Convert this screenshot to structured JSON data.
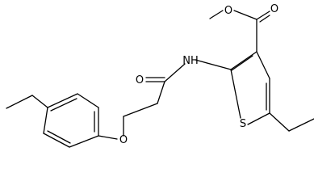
{
  "molecule": {
    "atoms": [
      {
        "id": "a1",
        "label": "O"
      },
      {
        "id": "a2",
        "label": "O"
      },
      {
        "id": "a3",
        "label": "NH"
      },
      {
        "id": "a4",
        "label": "O"
      },
      {
        "id": "a5",
        "label": "S"
      },
      {
        "id": "a6",
        "label": "O"
      }
    ]
  }
}
